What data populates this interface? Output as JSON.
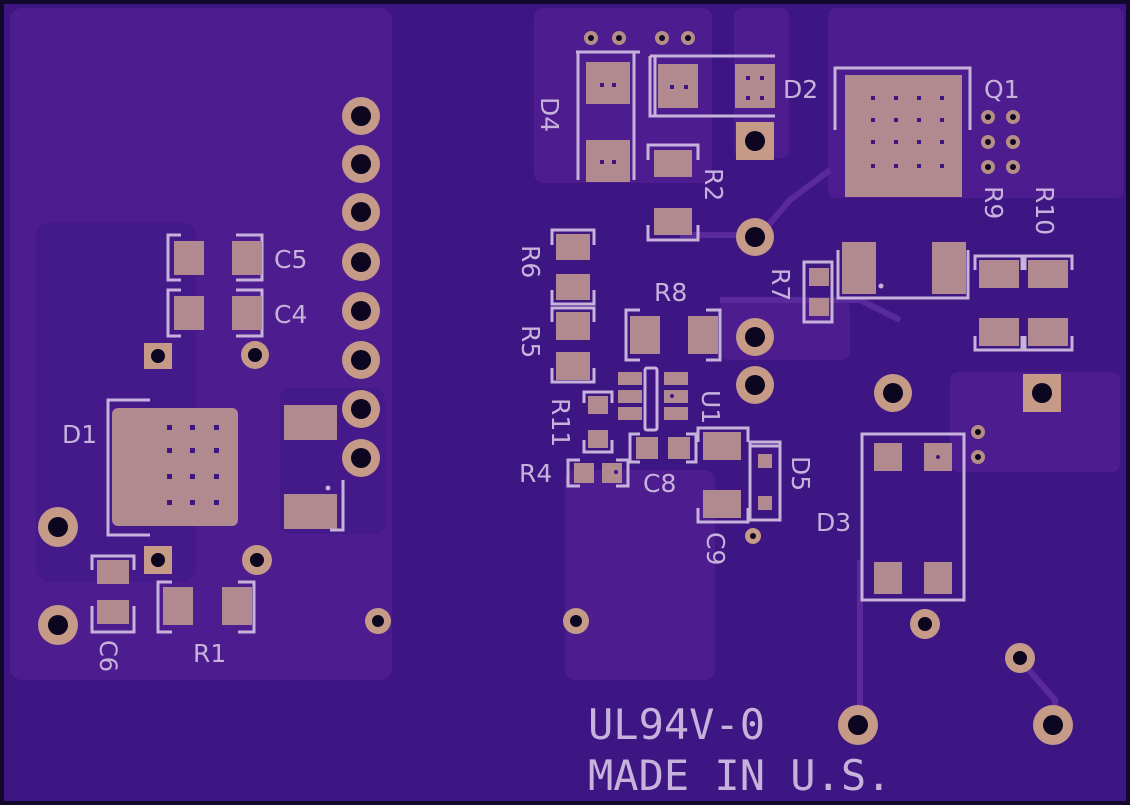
{
  "board": {
    "colors": {
      "substrate": "#3e1683",
      "pour": "#4d1d8f",
      "edge": "#12082b",
      "silkscreen": "#c6b2da",
      "pad": "#b08a8e"
    },
    "labels": {
      "c5": "C5",
      "c4": "C4",
      "d1": "D1",
      "c6": "C6",
      "r1": "R1",
      "d4": "D4",
      "d2": "D2",
      "q1": "Q1",
      "r2": "R2",
      "r9": "R9",
      "r10": "R10",
      "r6": "R6",
      "r5": "R5",
      "r8": "R8",
      "r7": "R7",
      "u1": "U1",
      "r11": "R11",
      "r4": "R4",
      "c8": "C8",
      "d5": "D5",
      "c9": "C9",
      "d3": "D3"
    },
    "marking": {
      "line1": "UL94V-0",
      "line2": "MADE IN U.S."
    }
  }
}
